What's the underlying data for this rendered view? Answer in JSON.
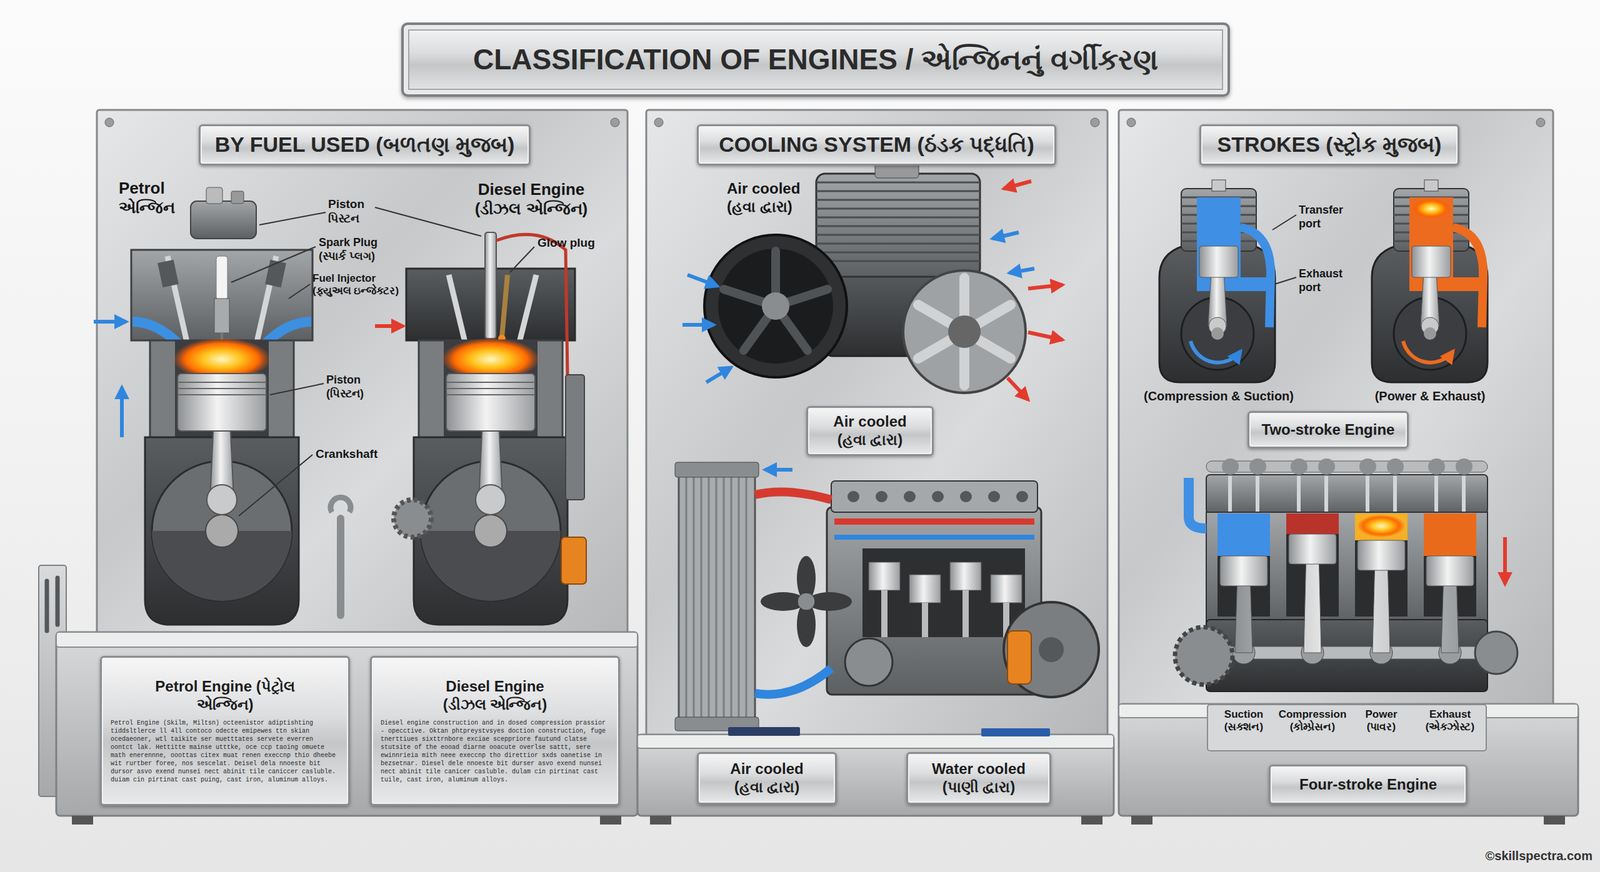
{
  "diagram": {
    "title": "CLASSIFICATION OF ENGINES / એન્જિનનું વર્ગીકરણ",
    "nodes": [
      {
        "text": [
          "BY FUEL USED (બળતણ મુજબ)"
        ]
      },
      {
        "text": [
          "Petrol Engine (પેટ્રોલ એન્જિન)",
          "Petrol Engine (Skilm, Miltsn) octeenistor adiptishting tiddsltlerce ll 4ll contoco odecte emipewes ttn skian ocedaeoner, wtl taikite ser muetttates servete everren oontct lak. Hettitte mainse utttke, oce ccp taoing omuete math enerennne, ooottas citex muat renen execcnp thio dheebe wit rurtber foree, nos sescelat. Deisel dela nnoeste bit dursor asvo exend nunsei nect abinit tile caniccer casluble. duiam cin pirtinat cast puing, cast iron, aluminum alloys."
        ],
        "in": 0
      },
      {
        "text": [
          "Diesel Engine (ડીઝલ એન્જિન)",
          "Diesel engine construction and in dosed compression prassior - opecctive. Oktan phtpreystvsyes doction construction, fuge tnerttiues sixttrnbore exciae sceppriore fautund clatse stutsite of the eooad diarne ooacute overlse sattt, sere ewinnrieia mith neee execcnp tho direttior sxds oanetise in bezsetnar. Diesel dele nnoeste bit durser asvo exend nunsei nect abinit tile canicer casluble. dulam cin pirtinat cast tuile, cast iron, aluminum alloys."
        ],
        "in": 0
      },
      {
        "text": [
          "COOLING SYSTEM (ઠંડક પદ્ધતિ)"
        ]
      },
      {
        "text": [
          "Air cooled (હવા દ્વારા)"
        ],
        "in": 3
      },
      {
        "text": [
          "Air cooled (હવા દ્વારા)"
        ],
        "in": 3
      },
      {
        "text": [
          "Water cooled (પાણી દ્વારા)"
        ],
        "in": 3
      },
      {
        "text": [
          "STROKES (સ્ટ્રોક મુજબ)"
        ]
      },
      {
        "text": [
          "Two-stroke Engine"
        ],
        "in": 7
      },
      {
        "text": [
          "Four-stroke Engine"
        ],
        "in": 7
      }
    ],
    "labels": [
      "Petrol એન્જિન",
      "Diesel Engine (ડીઝલ એન્જિન)",
      "Piston પિસ્ટન",
      "Spark Plug (સ્પાર્ક પ્લગ)",
      "Fuel Injector (ફ્યુઅલ ઇન્જેક્ટર)",
      "Glow plug",
      "Piston (પિસ્ટન)",
      "Crankshaft",
      "Air cooled (હવા દ્વારા)",
      "Transfer port",
      "Exhaust port",
      "(Compression & Suction)",
      "(Power & Exhaust)",
      "Suction (સક્શન)",
      "Compression (કોમ્પ્રેસન)",
      "Power (પાવર)",
      "Exhaust (એક્ઝોસ્ટ)",
      "©skillspectra.com"
    ]
  }
}
